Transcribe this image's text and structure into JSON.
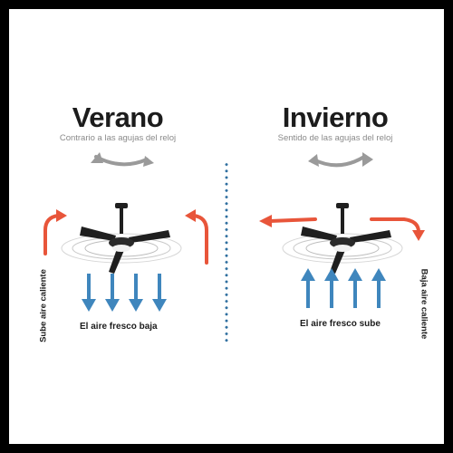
{
  "summer": {
    "title": "Verano",
    "subtitle": "Contrario a las agujas del reloj",
    "side_label": "Sube aire caliente",
    "bottom_label": "El aire fresco baja"
  },
  "winter": {
    "title": "Invierno",
    "subtitle": "Sentido de las agujas del reloj",
    "side_label": "Baja aire caliente",
    "bottom_label": "El aire fresco sube"
  },
  "colors": {
    "hot": "#e8553a",
    "cool": "#3f86bd",
    "rotation": "#9a9a9a",
    "fan": "#1f1f1f",
    "divider": "#2f6f9f"
  }
}
